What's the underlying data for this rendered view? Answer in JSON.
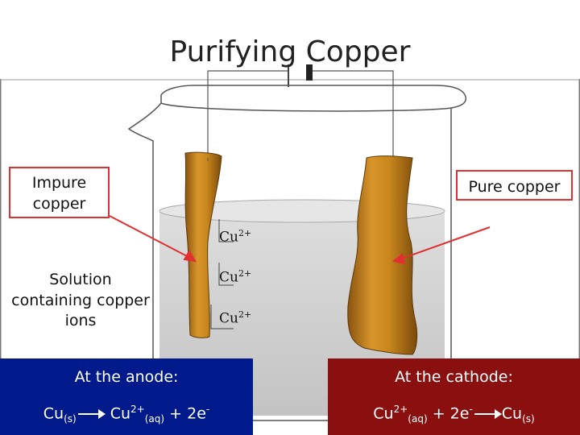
{
  "title": "Purifying Copper",
  "labels": {
    "impure_copper": "Impure copper",
    "pure_copper": "Pure copper",
    "solution": "Solution containing copper ions"
  },
  "ions": {
    "symbol": "Cu",
    "charge": "2+"
  },
  "anode": {
    "heading": "At the anode:",
    "reactant": "Cu",
    "reactant_state": "(s)",
    "product": "Cu",
    "product_charge": "2+",
    "product_state": "(aq)",
    "electrons": "+ 2e",
    "electron_charge": "-"
  },
  "cathode": {
    "heading": "At the cathode:",
    "reactant": "Cu",
    "reactant_charge": "2+",
    "reactant_state": "(aq)",
    "electrons": "+ 2e",
    "electron_charge": "-",
    "product": "Cu",
    "product_state": "(s)"
  },
  "colors": {
    "anode_panel": "#001a8c",
    "cathode_panel": "#8a0f0f",
    "label_border": "#e03030",
    "copper": "#c8861c",
    "solution": "#c9c9c9"
  }
}
